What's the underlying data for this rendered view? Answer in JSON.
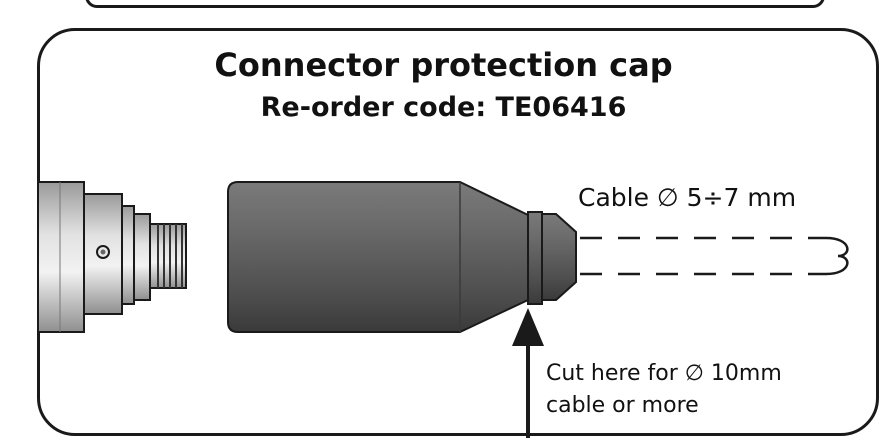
{
  "title": "Connector protection cap",
  "reorder": "Re-order code: TE06416",
  "cable_label": "Cable ∅ 5÷7 mm",
  "cut_label_line1": "Cut here for ∅ 10mm",
  "cut_label_line2": "cable or more",
  "colors": {
    "connector_body": "#bcbcbc",
    "cap_body": "#5e5e5e",
    "outline": "#1a1a1a"
  }
}
